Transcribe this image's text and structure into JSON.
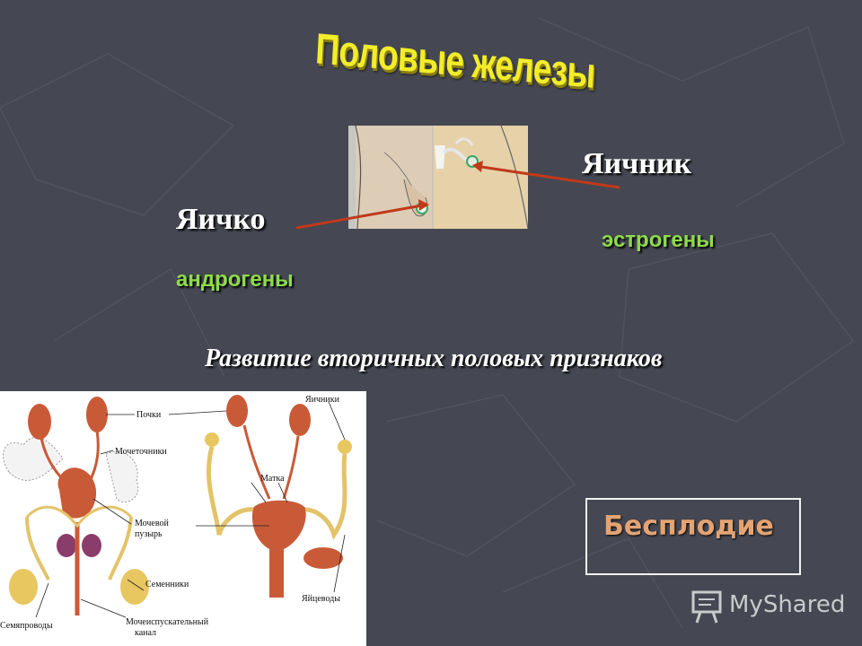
{
  "slide": {
    "title": "Половые железы",
    "testis_label": "Яичко",
    "testis_hormone": "андрогены",
    "ovary_label": "Яичник",
    "ovary_hormone": "эстрогены",
    "subtitle": "Развитие вторичных половых признаков",
    "infertility_label": "Бесплодие"
  },
  "diagram": {
    "labels": {
      "kidneys": "Почки",
      "ureters": "Мочеточники",
      "bladder_1": "Мочевой",
      "bladder_2": "пузырь",
      "testes": "Семенники",
      "vas_deferens": "Семяпроводы",
      "urethra_1": "Мочеиспускательный",
      "urethra_2": "канал",
      "ovaries": "Яичники",
      "uterus": "Матка",
      "fallopian": "Яйцеводы"
    }
  },
  "watermark": {
    "text": "MyShared",
    "icon": "presentation-board-icon"
  },
  "colors": {
    "background": "#454852",
    "title": "#f2ec2a",
    "hormone": "#8edc4a",
    "infertility": "#e3a373",
    "arrow": "#c0391b"
  }
}
